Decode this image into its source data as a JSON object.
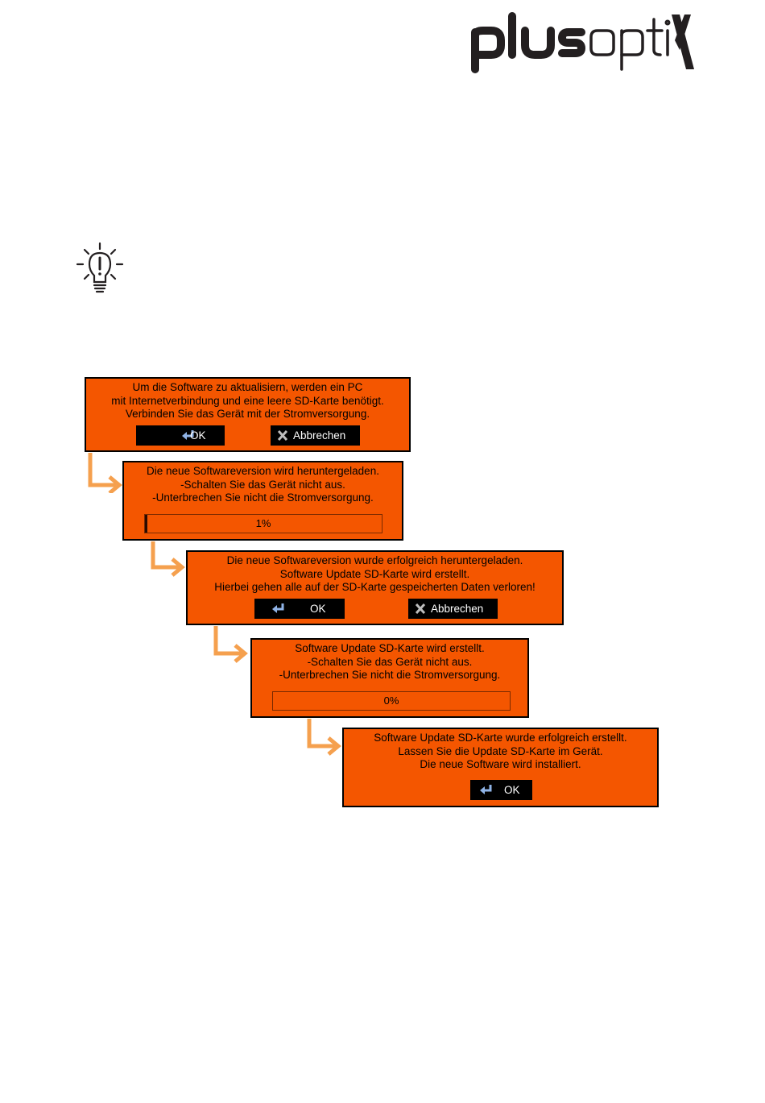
{
  "logo": {
    "text": "plusoptix"
  },
  "tip": {
    "icon": "lightbulb-icon"
  },
  "colors": {
    "dialog": "#f45600",
    "arrow": "#f5a04e",
    "button": "#000000"
  },
  "dialogs": [
    {
      "lines": [
        "Um die Software zu aktualisiern, werden ein PC",
        "mit Internetverbindung und eine leere SD-Karte benötigt.",
        "Verbinden Sie das Gerät mit der Stromversorgung."
      ],
      "ok_label": "OK",
      "cancel_label": "Abbrechen"
    },
    {
      "lines": [
        "Die neue Softwareversion wird heruntergeladen.",
        "-Schalten Sie das Gerät nicht aus.",
        "-Unterbrechen Sie nicht die Stromversorgung."
      ],
      "progress_text": "1%",
      "progress_value": 0.01
    },
    {
      "lines": [
        "Die neue Softwareversion wurde erfolgreich heruntergeladen.",
        "Software Update SD-Karte wird erstellt.",
        "Hierbei gehen alle auf der SD-Karte gespeicherten Daten verloren!"
      ],
      "ok_label": "OK",
      "cancel_label": "Abbrechen"
    },
    {
      "lines": [
        "Software Update SD-Karte wird erstellt.",
        "-Schalten Sie das Gerät nicht aus.",
        "-Unterbrechen Sie nicht die Stromversorgung."
      ],
      "progress_text": "0%",
      "progress_value": 0.0
    },
    {
      "lines": [
        "Software Update SD-Karte wurde erfolgreich erstellt.",
        "Lassen Sie die Update SD-Karte im Gerät.",
        "Die neue Software wird installiert."
      ],
      "ok_label": "OK"
    }
  ]
}
